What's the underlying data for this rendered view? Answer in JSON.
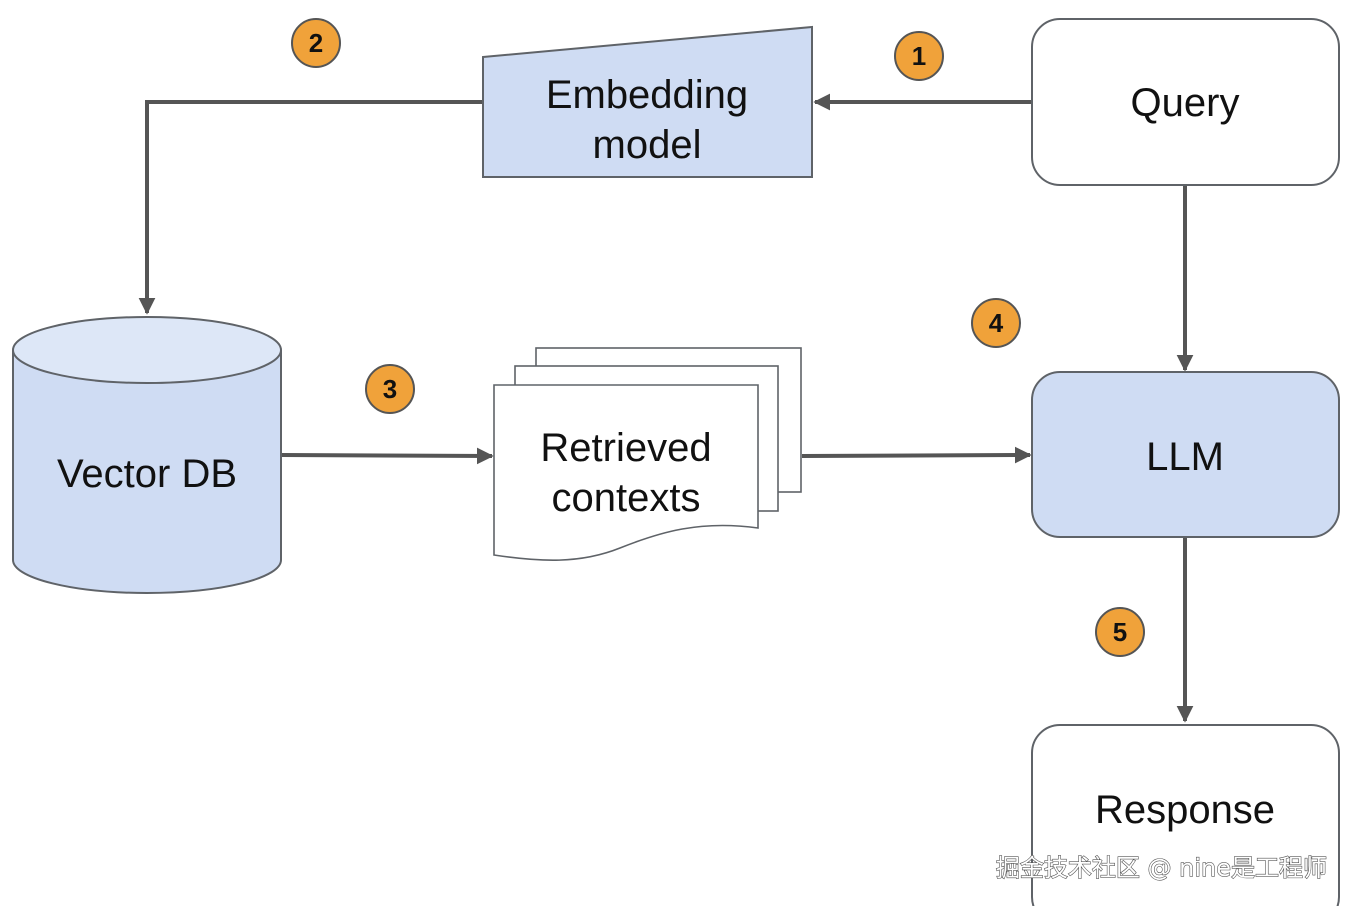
{
  "nodes": {
    "query": "Query",
    "embedding_line1": "Embedding",
    "embedding_line2": "model",
    "vector_db": "Vector DB",
    "retrieved_line1": "Retrieved",
    "retrieved_line2": "contexts",
    "llm": "LLM",
    "response": "Response"
  },
  "steps": [
    "1",
    "2",
    "3",
    "4",
    "5"
  ],
  "watermark": "掘金技术社区 @ nine是工程师",
  "colors": {
    "node_fill_blue": "#cfdcf3",
    "node_fill_white": "#ffffff",
    "node_stroke": "#5f6368",
    "connector": "#555555",
    "step_badge": "#f0a23a"
  }
}
